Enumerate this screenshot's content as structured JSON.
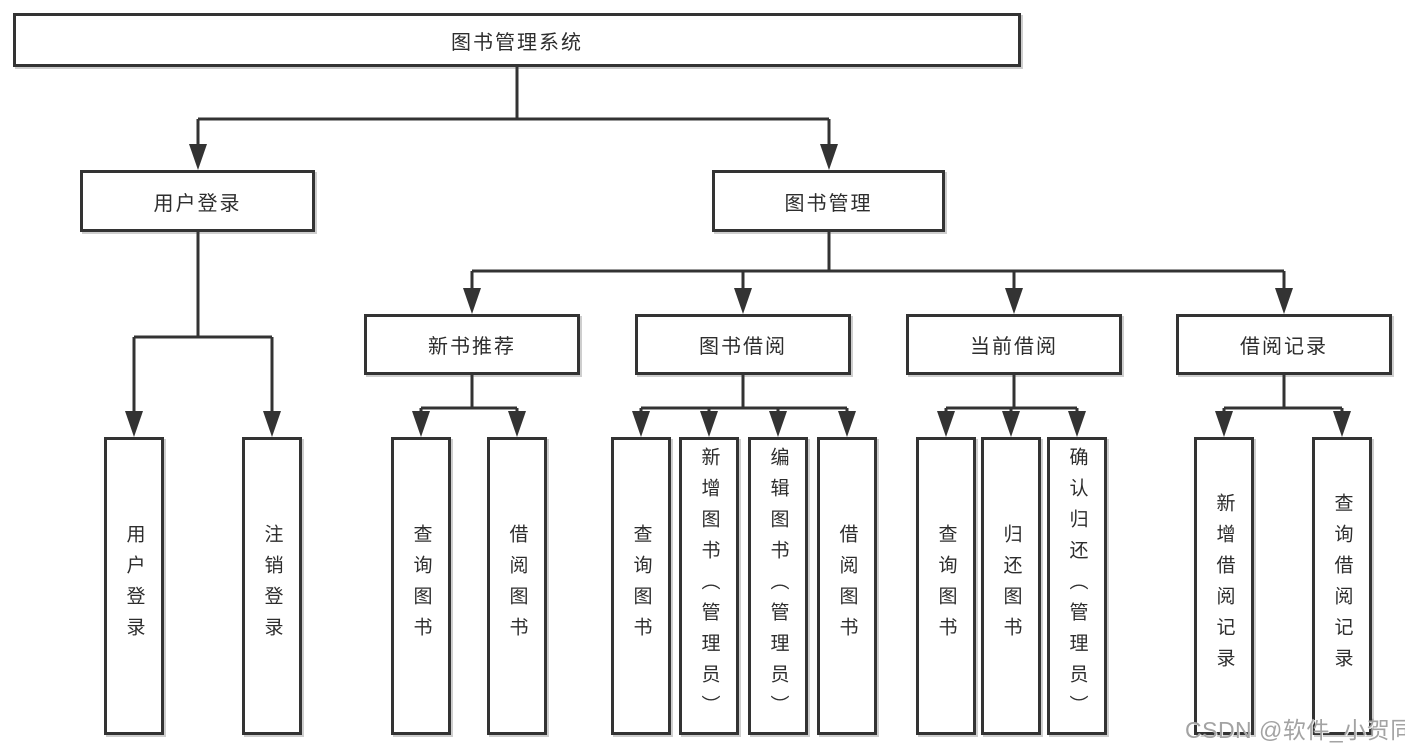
{
  "diagram": {
    "root": "图书管理系统",
    "level2": {
      "user_login": "用户登录",
      "book_management": "图书管理"
    },
    "level3": {
      "new_book_recommend": "新书推荐",
      "book_borrow": "图书借阅",
      "current_borrow": "当前借阅",
      "borrow_records": "借阅记录"
    },
    "leaves": {
      "user_login": [
        "用户登录",
        "注销登录"
      ],
      "new_book_recommend": [
        "查询图书",
        "借阅图书"
      ],
      "book_borrow": [
        "查询图书",
        "新增图书（管理员）",
        "编辑图书（管理员）",
        "借阅图书"
      ],
      "current_borrow": [
        "查询图书",
        "归还图书",
        "确认归还（管理员）"
      ],
      "borrow_records": [
        "新增借阅记录",
        "查询借阅记录"
      ]
    }
  },
  "watermark": "CSDN @软件_小贺同学",
  "colors": {
    "line": "#333333",
    "box_border": "#333333",
    "text": "#2d2d2d",
    "background": "#ffffff",
    "watermark": "#a3a3a3"
  }
}
